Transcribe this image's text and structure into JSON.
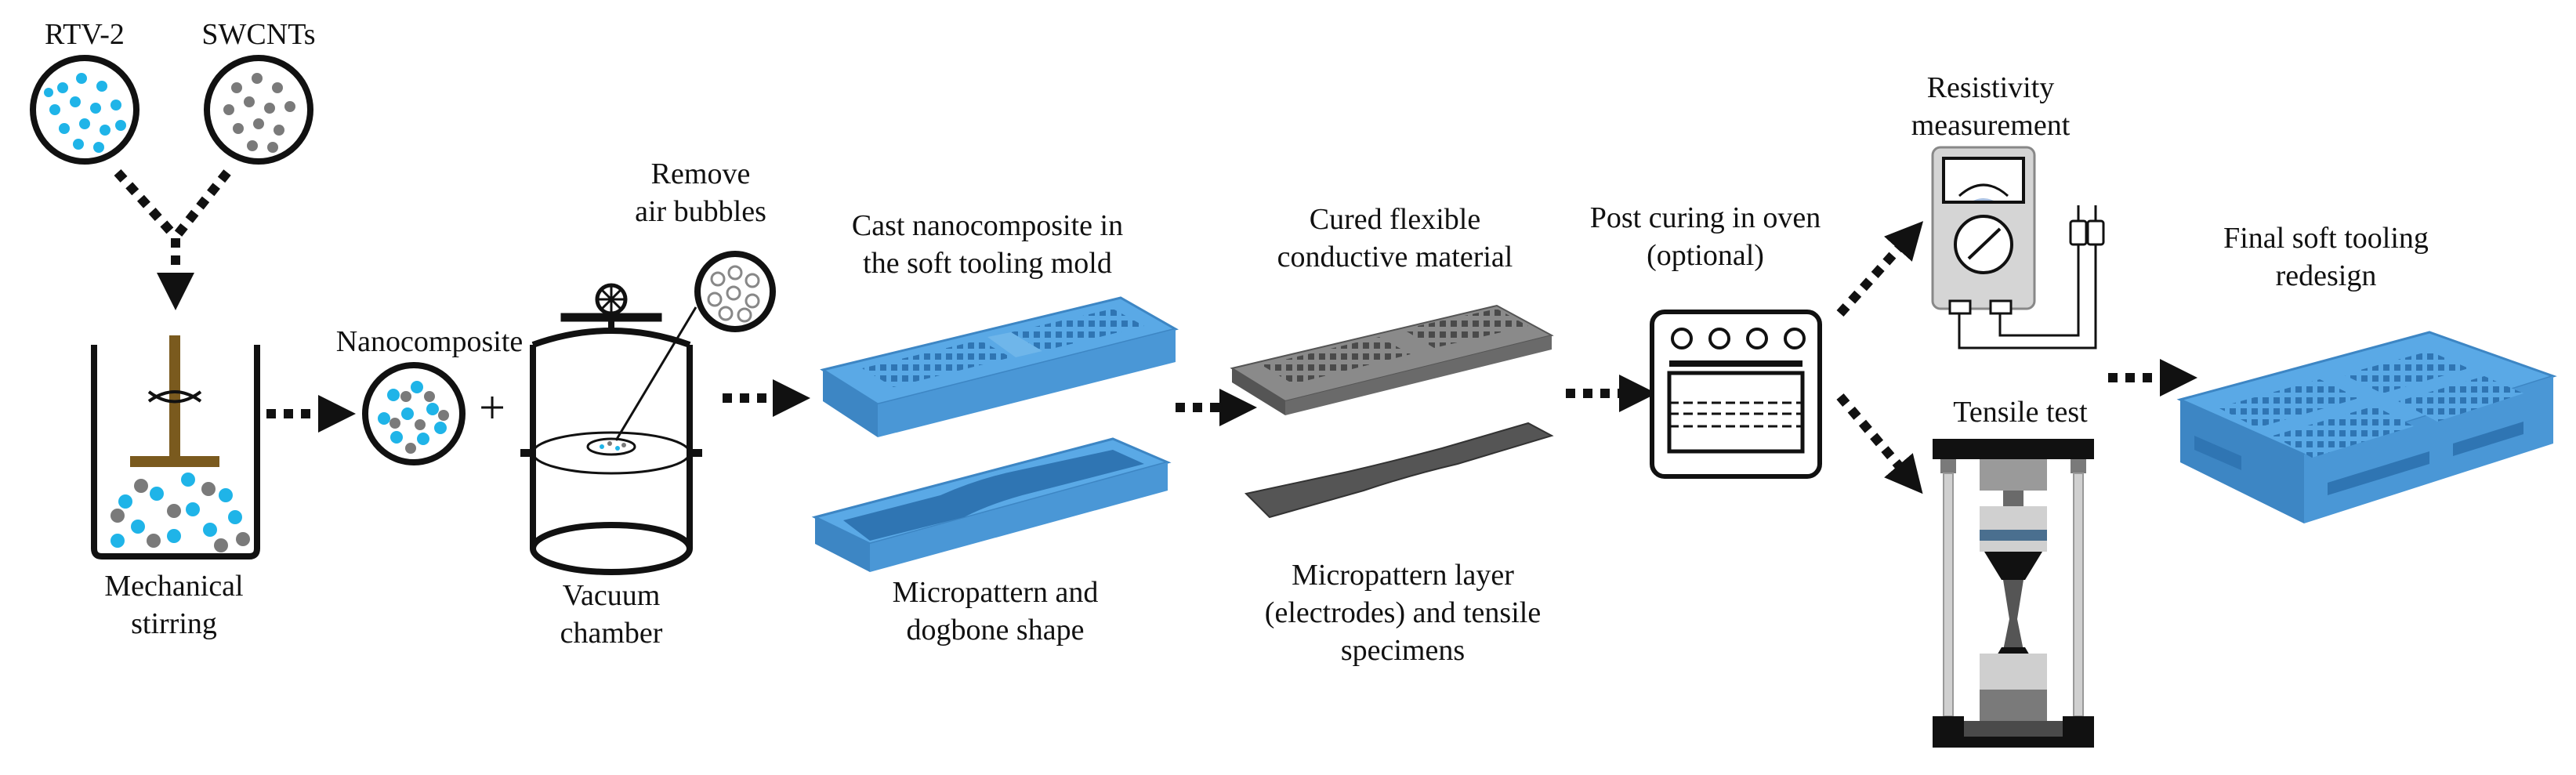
{
  "labels": {
    "rtv2": "RTV-2",
    "swcnts": "SWCNTs",
    "mechanical": [
      "Mechanical",
      "stirring"
    ],
    "nanocomposite": "Nanocomposite",
    "plus": "+",
    "remove_bubbles": [
      "Remove",
      "air bubbles"
    ],
    "vacuum": [
      "Vacuum",
      "chamber"
    ],
    "cast": [
      "Cast nanocomposite in",
      "the soft tooling mold"
    ],
    "micropattern_mold": [
      "Micropattern and",
      "dogbone shape"
    ],
    "cured": [
      "Cured flexible",
      "conductive material"
    ],
    "micropattern_layer": [
      "Micropattern layer",
      "(electrodes) and tensile",
      "specimens"
    ],
    "post_curing": [
      "Post curing in oven",
      "(optional)"
    ],
    "resistivity": [
      "Resistivity",
      "measurement"
    ],
    "tensile": "Tensile test",
    "final": [
      "Final soft tooling",
      "redesign"
    ]
  },
  "colors": {
    "blue_particle": "#1fb4e8",
    "gray_particle": "#7a7a7a",
    "stirrer": "#7a5a1e",
    "mold_blue": "#5aa9e6",
    "mold_blue_dark": "#3d86c4",
    "dark_gray": "#5a5a5a",
    "arrow": "#111111"
  }
}
